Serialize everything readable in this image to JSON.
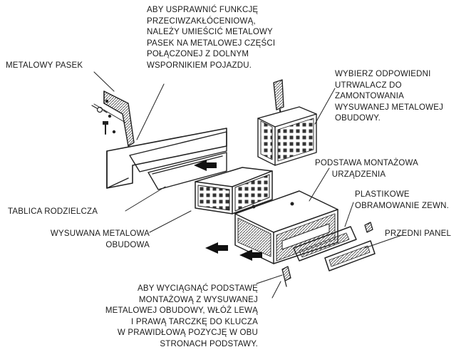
{
  "labels": {
    "shield_note": [
      "ABY USPRAWNIĆ FUNKCJĘ",
      "PRZECIWZAKŁÓCENIOWĄ,",
      "NALEŻY UMIEŚCIĆ METALOWY",
      "PASEK NA METALOWEJ CZĘŚCI",
      "POŁĄCZONEJ Z DOLNYM",
      "WSPORNIKIEM POJAZDU."
    ],
    "metal_strip": "METALOWY PASEK",
    "fixing_note": [
      "WYBIERZ ODPOWIEDNI",
      "UTRWALACZ DO",
      "ZAMONTOWANIA",
      "WYSUWANEJ METALOWEJ",
      "OBUDOWY."
    ],
    "mount_base": [
      "PODSTAWA MONTAŻOWA",
      "URZĄDZENIA"
    ],
    "plastic_trim": [
      "PLASTIKOWE",
      "OBRAMOWANIE ZEWN."
    ],
    "dashboard": "TABLICA RODZIELCZA",
    "sleeve": [
      "WYSUWANA METALOWA",
      "OBUDOWA"
    ],
    "front_panel": "PRZEDNI PANEL",
    "removal_note": [
      "ABY WYCIĄGNĄĆ PODSTAWĘ",
      "MONTAŻOWĄ Z WYSUWANEJ",
      "METALOWEJ OBUDOWY, WŁÓŻ LEWĄ",
      "I PRAWĄ TARCZKĘ DO KLUCZA",
      "W PRAWIDŁOWĄ POZYCJĘ W OBU",
      "STRONACH PODSTAWY."
    ]
  }
}
